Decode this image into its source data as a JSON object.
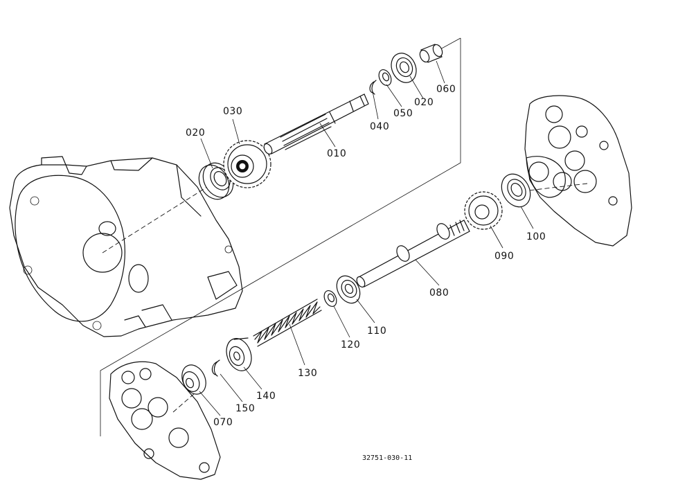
{
  "labels": {
    "p010": "010",
    "p020a": "020",
    "p020b": "020",
    "p030": "030",
    "p040": "040",
    "p050": "050",
    "p060": "060",
    "p070": "070",
    "p080": "080",
    "p090": "090",
    "p100": "100",
    "p110": "110",
    "p120": "120",
    "p130": "130",
    "p140": "140",
    "p150": "150"
  },
  "drawing_code": "32751-030-11",
  "colors": {
    "line": "#111111",
    "background": "#ffffff"
  }
}
